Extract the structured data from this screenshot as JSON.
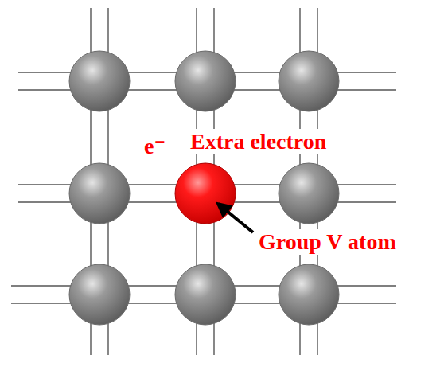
{
  "diagram": {
    "labels": [
      "e⁻",
      "Extra electron",
      "Group V atom"
    ]
  }
}
